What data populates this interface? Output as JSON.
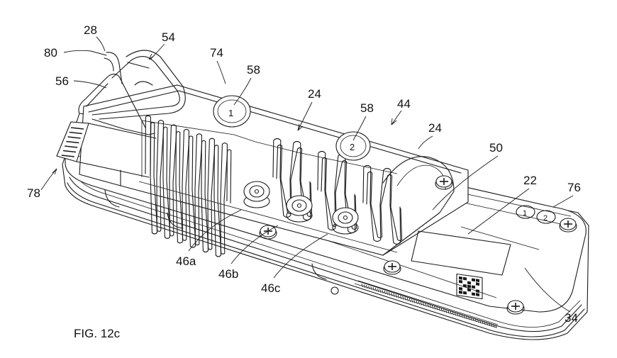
{
  "figure": {
    "caption": "FIG. 12c",
    "labels": {
      "l28": "28",
      "l54": "54",
      "l80": "80",
      "l74": "74",
      "l58a": "58",
      "l56": "56",
      "l24a": "24",
      "l58b": "58",
      "l44": "44",
      "l24b": "24",
      "l50": "50",
      "l22": "22",
      "l76": "76",
      "l78": "78",
      "l46a": "46a",
      "l46b": "46b",
      "l46c": "46c",
      "l34": "34"
    },
    "markings": {
      "valve_1": "1",
      "valve_2": "2",
      "badge_1": "1",
      "badge_2": "2"
    }
  }
}
